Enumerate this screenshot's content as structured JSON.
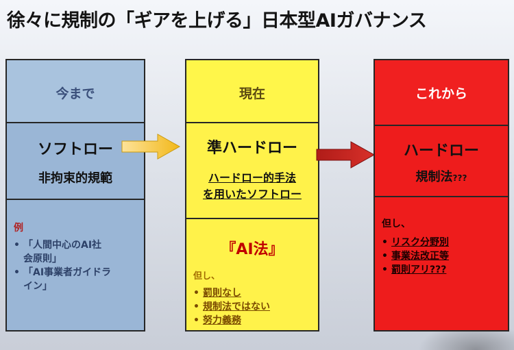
{
  "title": "徐々に規制の「ギアを上げる」日本型AIガバナンス",
  "columns": {
    "left": {
      "header": "今まで",
      "main": "ソフトロー",
      "sub": "非拘束的規範",
      "ex_label": "例",
      "items": [
        "「人間中心のAI社会原則」",
        "「AI事業者ガイドライン」"
      ],
      "items_lines": [
        [
          "「人間中心のAI社",
          "会原則」"
        ],
        [
          "「AI事業者ガイドラ",
          "イン」"
        ]
      ]
    },
    "center": {
      "header": "現在",
      "main": "準ハードロー",
      "sub_lines": [
        "ハードロー的手法",
        "を用いたソフトロー"
      ],
      "law": "『AI法』",
      "note": "但し、",
      "items": [
        "罰則なし",
        "規制法ではない",
        "努力義務"
      ]
    },
    "right": {
      "header": "これから",
      "main": "ハードロー",
      "sub": "規制法",
      "sub_suffix": "???",
      "note": "但し、",
      "items": [
        "リスク分野別",
        "事業法改正等",
        "罰則アリ???"
      ]
    }
  },
  "bullet": "•",
  "colors": {
    "left_bg": "#9ab6d6",
    "left_header_text": "#3a4f7a",
    "center_bg": "#fff24a",
    "center_header_text": "#5b4a12",
    "right_bg": "#ee1c1c",
    "right_header_text": "#ffffff",
    "arrow_yellow": "#f4c21a",
    "arrow_red": "#c8201c"
  }
}
